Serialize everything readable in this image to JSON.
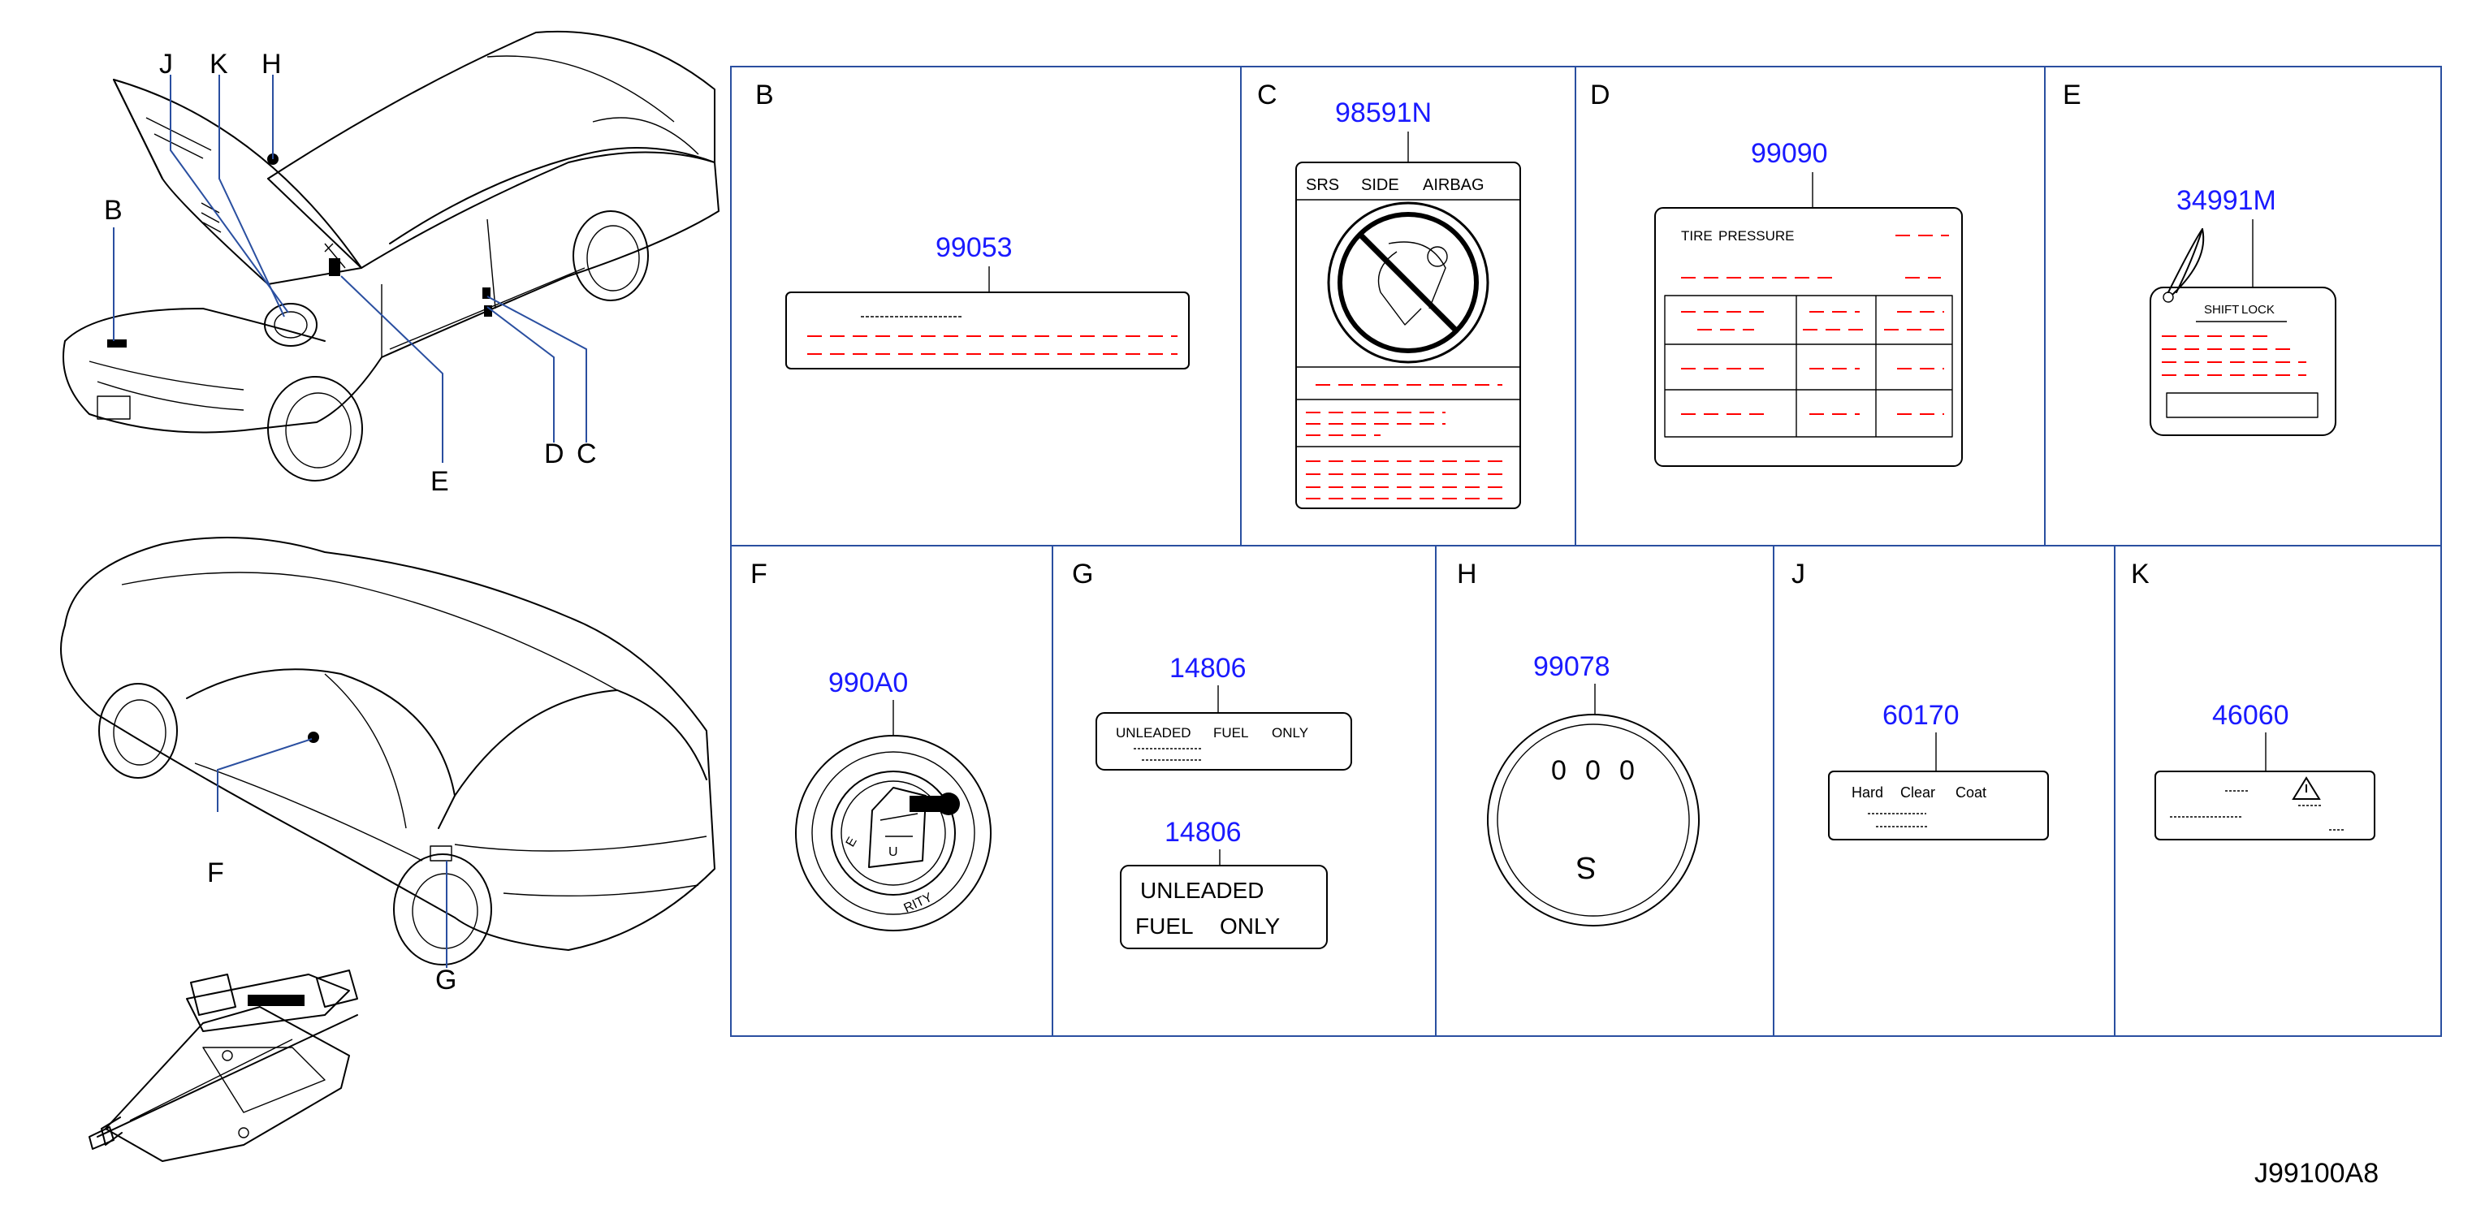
{
  "diagram": {
    "code": "J99100A8",
    "callouts": {
      "b": "B",
      "c": "C",
      "d": "D",
      "e": "E",
      "f": "F",
      "g": "G",
      "h": "H",
      "j": "J",
      "k": "K"
    },
    "panels": {
      "b": {
        "letter": "B",
        "part": "99053"
      },
      "c": {
        "letter": "C",
        "part": "98591N",
        "words": [
          "SRS",
          "SIDE",
          "AIRBAG"
        ]
      },
      "d": {
        "letter": "D",
        "part": "99090",
        "words": [
          "TIRE",
          "PRESSURE"
        ]
      },
      "e": {
        "letter": "E",
        "part": "34991M",
        "words": [
          "SHIFT",
          "LOCK"
        ]
      },
      "f": {
        "letter": "F",
        "part": "990A0",
        "ring_text": "RITY",
        "glyphs": [
          "E",
          "U"
        ]
      },
      "g": {
        "letter": "G",
        "part_1": "14806",
        "part_2": "14806",
        "label_1": [
          "UNLEADED",
          "FUEL",
          "ONLY"
        ],
        "label_2": [
          "UNLEADED",
          "FUEL",
          "ONLY"
        ]
      },
      "h": {
        "letter": "H",
        "part": "99078",
        "digits": [
          "0",
          "0",
          "0"
        ],
        "bottom_char": "S"
      },
      "j": {
        "letter": "J",
        "part": "60170",
        "words": [
          "Hard",
          "Clear",
          "Coat"
        ]
      },
      "k": {
        "letter": "K",
        "part": "46060"
      }
    }
  }
}
